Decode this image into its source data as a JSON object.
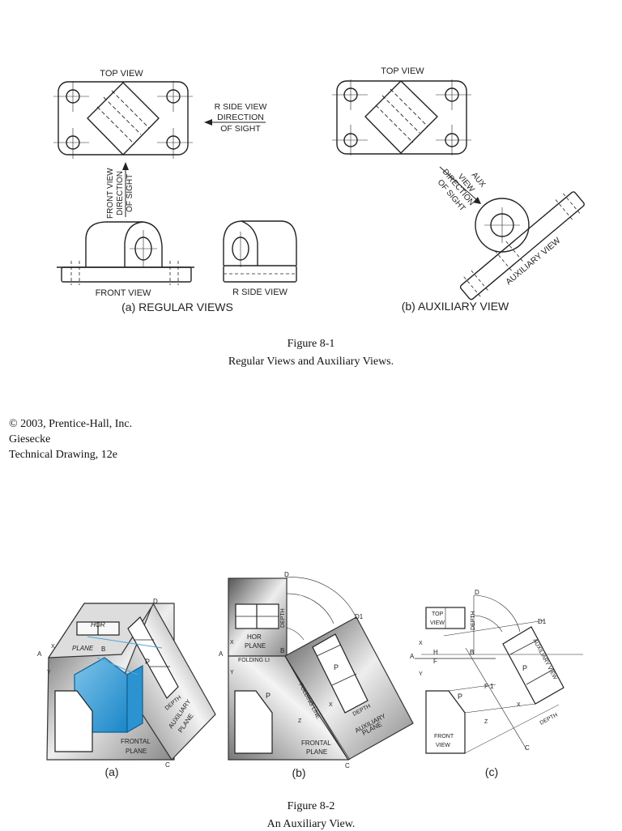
{
  "figure1": {
    "a": {
      "top_view": "TOP VIEW",
      "r_side_dir_1": "R SIDE VIEW",
      "r_side_dir_2": "DIRECTION",
      "r_side_dir_3": "OF SIGHT",
      "front_dir_1": "FRONT VIEW",
      "front_dir_2": "DIRECTION",
      "front_dir_3": "OF SIGHT",
      "front_view": "FRONT VIEW",
      "r_side_view": "R SIDE VIEW",
      "caption": "(a) REGULAR VIEWS"
    },
    "b": {
      "top_view": "TOP VIEW",
      "aux_dir_1": "AUX",
      "aux_dir_2": "VIEW",
      "aux_dir_3": "DIRECTION",
      "aux_dir_4": "OF SIGHT",
      "auxiliary_view": "AUXILIARY VIEW",
      "caption": "(b) AUXILIARY VIEW"
    },
    "number": "Figure 8-1",
    "title": "Regular Views and Auxiliary Views."
  },
  "credits": {
    "line1": "© 2003, Prentice-Hall, Inc.",
    "line2": "Giesecke",
    "line3": "Technical Drawing, 12e"
  },
  "figure2": {
    "a": {
      "hor_plane_1": "HOR",
      "hor_plane_2": "PLANE",
      "frontal_1": "FRONTAL",
      "frontal_2": "PLANE",
      "aux_1": "AUXILIARY",
      "aux_2": "PLANE",
      "depth": "DEPTH",
      "p": "P",
      "pt_a": "A",
      "pt_b": "B",
      "pt_c": "C",
      "pt_d": "D",
      "x": "X",
      "y": "Y",
      "caption": "(a)"
    },
    "b": {
      "hor_plane_1": "HOR",
      "hor_plane_2": "PLANE",
      "folding_1": "FOLDING LI",
      "folding_2": "FOLDING LINE",
      "frontal_1": "FRONTAL",
      "frontal_2": "PLANE",
      "aux_1": "AUXILIARY",
      "aux_2": "PLANE",
      "depth": "DEPTH",
      "p": "P",
      "pt_a": "A",
      "pt_b": "B",
      "pt_c": "C",
      "pt_d": "D",
      "pt_d1": "D1",
      "x": "X",
      "y": "Y",
      "z": "Z",
      "caption": "(b)"
    },
    "c": {
      "top_view_1": "TOP",
      "top_view_2": "VIEW",
      "front_view_1": "FRONT",
      "front_view_2": "VIEW",
      "aux_view": "AUXILIARY VIEW",
      "depth": "DEPTH",
      "p": "P",
      "h": "H",
      "f": "F",
      "f1": "F 1",
      "pt_a": "A",
      "pt_b": "B",
      "pt_c": "C",
      "pt_d": "D",
      "pt_d1": "D1",
      "x": "X",
      "y": "Y",
      "z": "Z",
      "caption": "(c)"
    },
    "number": "Figure 8-2",
    "title": "An Auxiliary View."
  }
}
